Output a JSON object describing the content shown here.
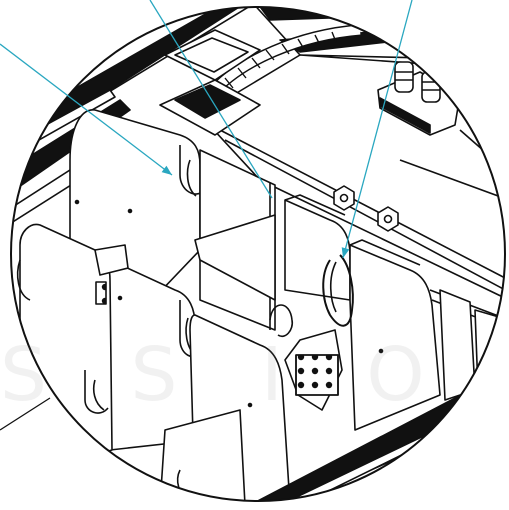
{
  "figure": {
    "kind": "technical-line-drawing",
    "view": "circular-detail-magnification",
    "line_color": "#111111",
    "background_color": "#ffffff",
    "leader_color": "#2aa7c0",
    "watermark_color": "#cfcfcf",
    "watermark_text": "S S I O N A L   C A"
  },
  "callouts": [
    {
      "id": "leader-1",
      "points_to": "slot-notch"
    },
    {
      "id": "leader-2",
      "points_to": "divider-edge"
    },
    {
      "id": "leader-3",
      "points_to": "strap-clip"
    },
    {
      "id": "leader-4",
      "points_to": "outside-circle"
    }
  ]
}
